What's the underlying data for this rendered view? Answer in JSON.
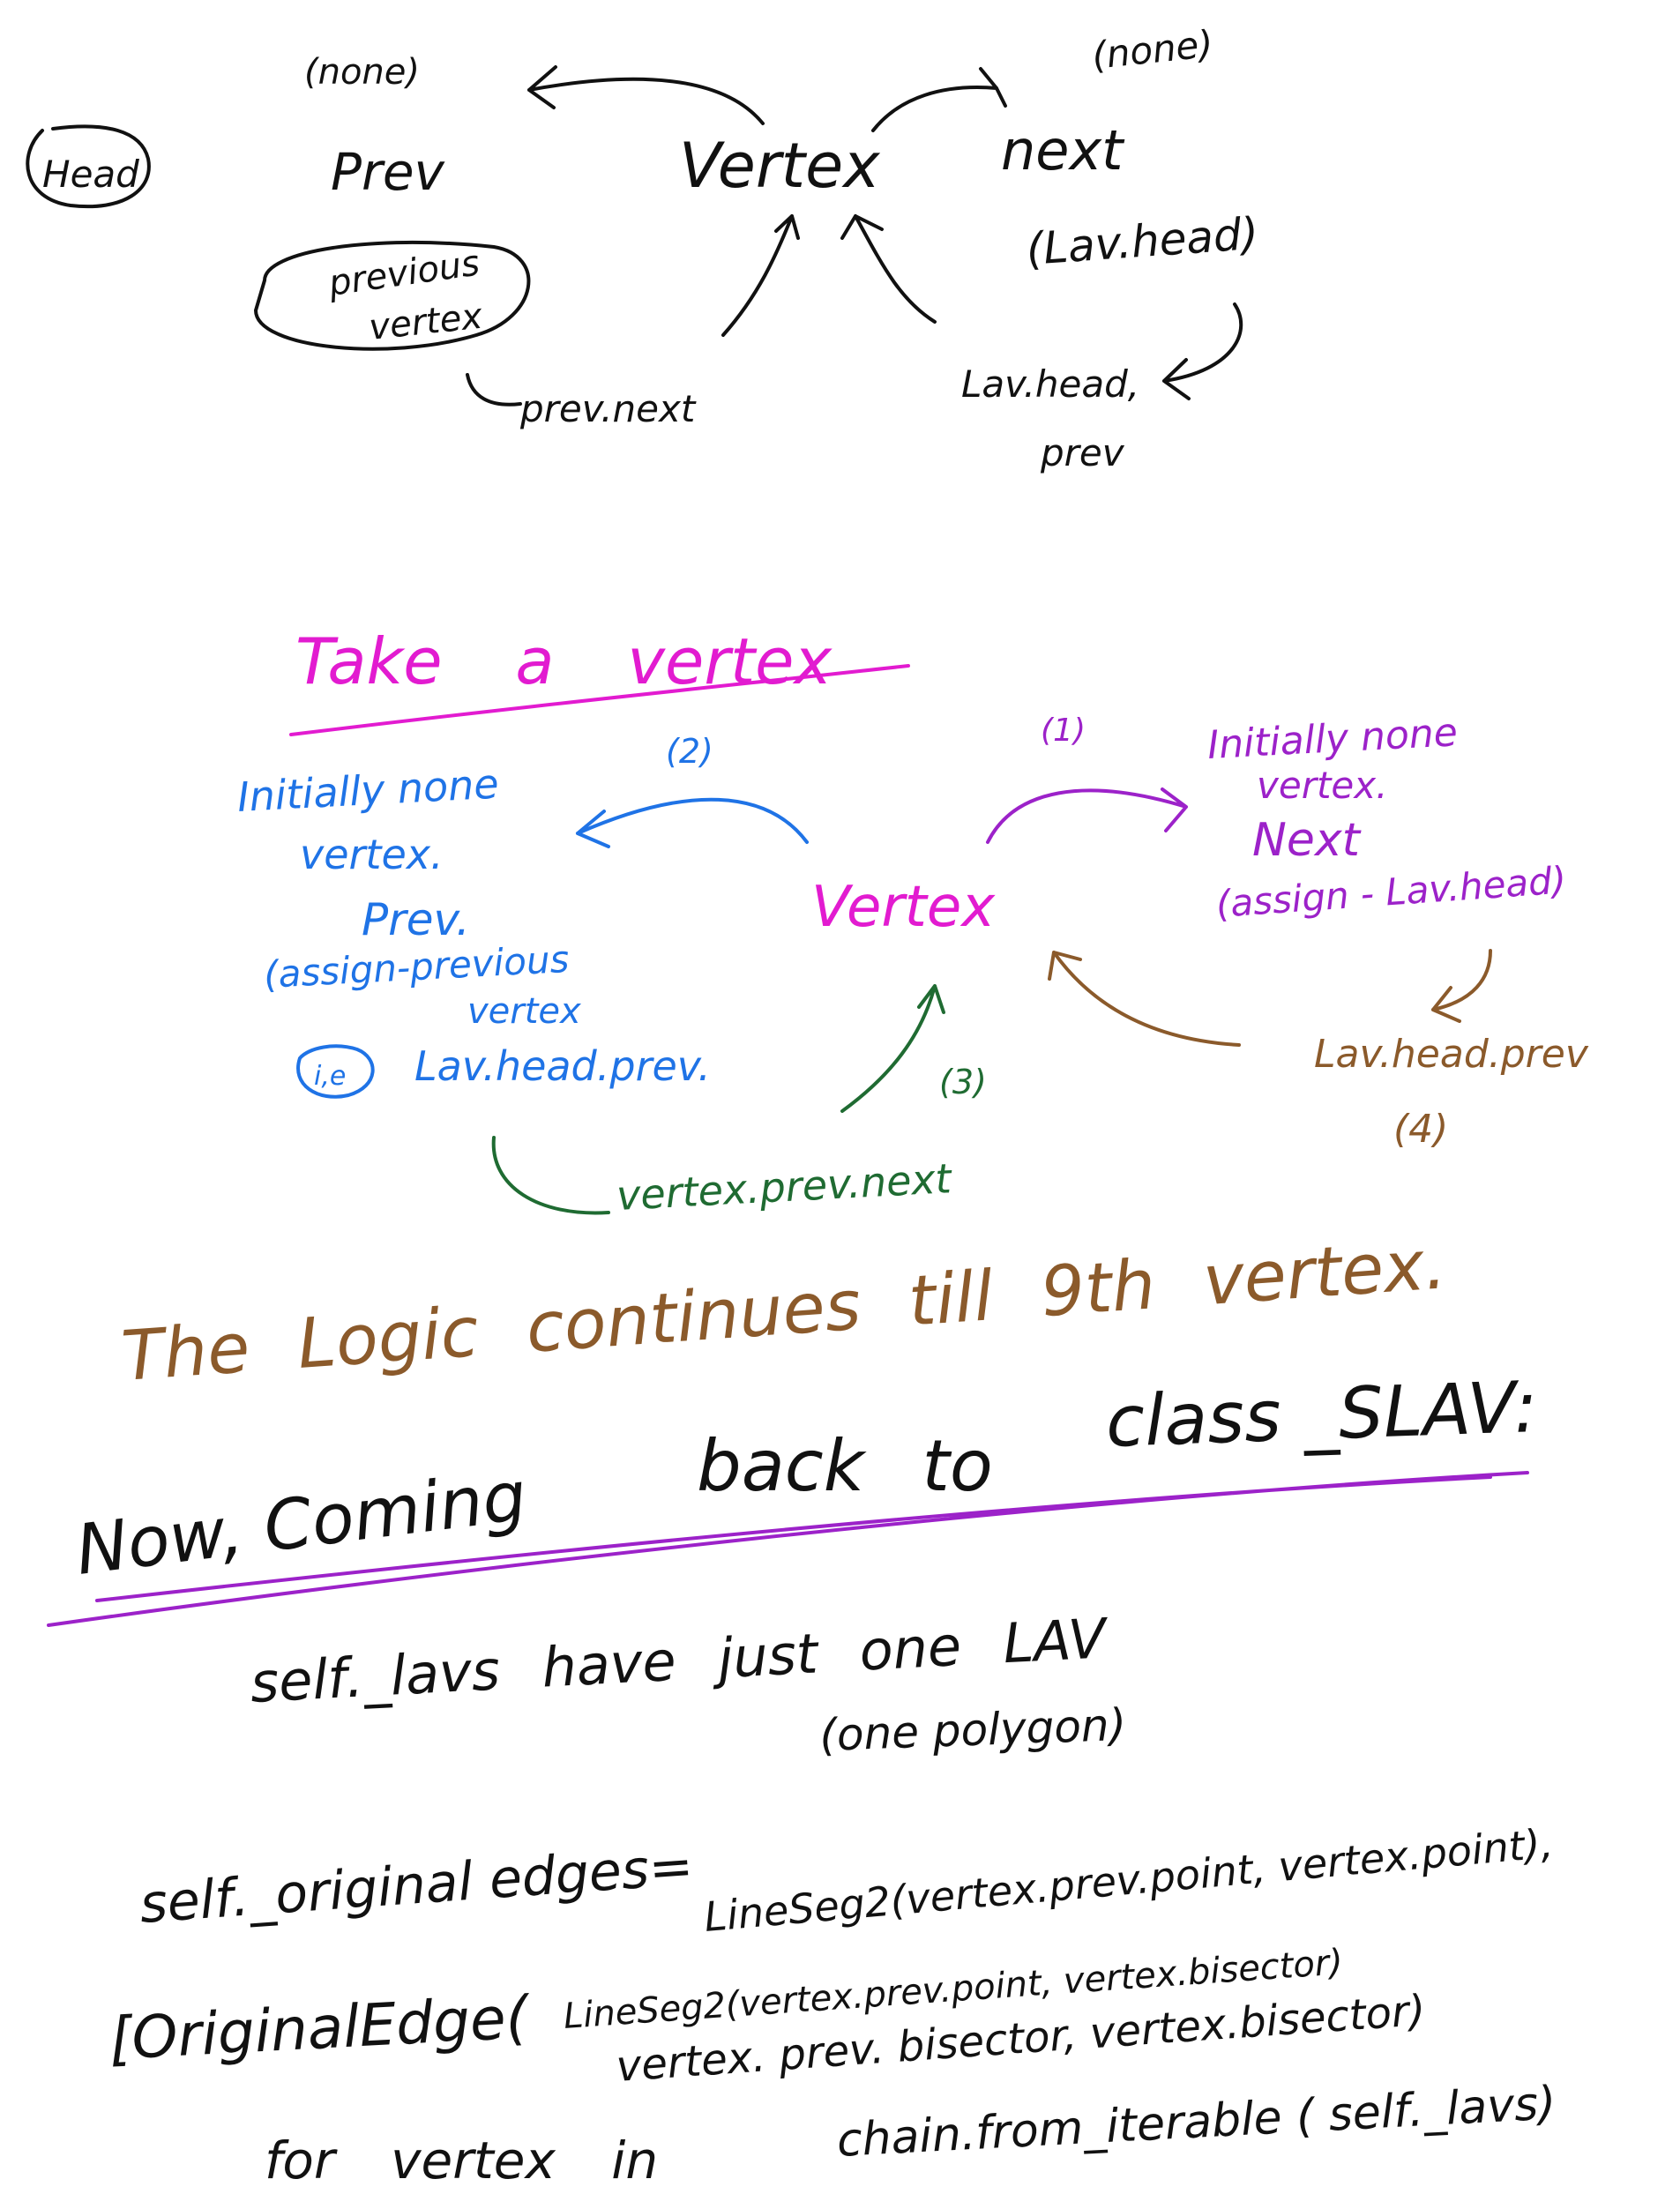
{
  "colors": {
    "black": "#111111",
    "magenta": "#e21bd0",
    "purple": "#9c22c9",
    "blue": "#1f73e6",
    "brown": "#8b5a2b",
    "green": "#1f6b32",
    "white": "#ffffff"
  },
  "top_sketch": {
    "head": "Head",
    "none_left": "(none)",
    "prev": "Prev",
    "previous_vertex_line1": "previous",
    "previous_vertex_line2": "vertex",
    "vertex": "Vertex",
    "none_right": "(none)",
    "next": "next",
    "lav_head": "(Lav.head)",
    "lav_head_prev_line1": "Lav.head,",
    "lav_head_prev_line2": "prev",
    "prev_next": "prev.next"
  },
  "take_a_vertex": {
    "heading": "Take a vertex",
    "label_1": "(1)",
    "label_2": "(2)",
    "label_3": "(3)",
    "label_4": "(4)",
    "center_vertex": "Vertex",
    "left_line1": "Initially none",
    "left_line2": "vertex.",
    "left_line3": "Prev.",
    "left_line4": "(assign-previous",
    "left_line5": "vertex",
    "left_ie": "i,e",
    "left_line6": "Lav.head.prev.",
    "right_line1": "Initially none",
    "right_line2": "vertex.",
    "right_line3": "Next",
    "right_line4": "(assign - Lav.head)",
    "brown_line1": "Lav.head.prev",
    "green_line": "vertex.prev.next"
  },
  "logic_continues": "The Logic continues till 9th vertex.",
  "now_coming": {
    "part1": "Now, Coming",
    "part2": "back to",
    "part3": "class _SLAV:"
  },
  "self_lavs": {
    "line1": "self._lavs have just one LAV",
    "line2": "(one polygon)"
  },
  "code": {
    "line1": "self._original edges=",
    "line2": "LineSeg2(vertex.prev.point, vertex.point),",
    "line3": "[OriginalEdge(",
    "line4": "LineSeg2(vertex.prev.point, vertex.bisector)",
    "line5": "vertex. prev. bisector, vertex.bisector)",
    "line6": "for vertex in",
    "line7": "chain.from_iterable ( self._lavs)"
  }
}
